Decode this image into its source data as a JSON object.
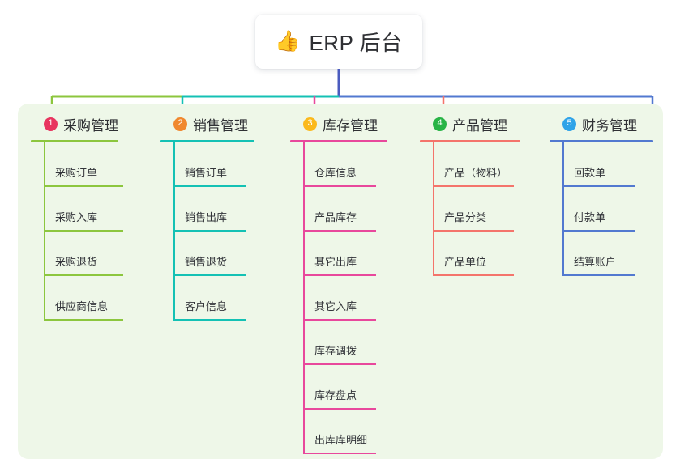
{
  "root": {
    "emoji": "👍",
    "emoji_name": "thumbs-up-icon",
    "title": "ERP 后台"
  },
  "theme": {
    "page_background": "#ffffff",
    "panel_background": "#eef7e8",
    "card_background": "#ffffff",
    "text_color": "#2f3034",
    "root_stem_color": "#4a5bbf"
  },
  "columns": [
    {
      "number": "1",
      "title": "采购管理",
      "badge_color": "#e8355f",
      "line_color": "#8cc63e",
      "items": [
        "采购订单",
        "采购入库",
        "采购退货",
        "供应商信息"
      ]
    },
    {
      "number": "2",
      "title": "销售管理",
      "badge_color": "#f0882e",
      "line_color": "#14c1b4",
      "items": [
        "销售订单",
        "销售出库",
        "销售退货",
        "客户信息"
      ]
    },
    {
      "number": "3",
      "title": "库存管理",
      "badge_color": "#fbb91c",
      "line_color": "#e8489c",
      "items": [
        "仓库信息",
        "产品库存",
        "其它出库",
        "其它入库",
        "库存调拨",
        "库存盘点",
        "出库库明细"
      ]
    },
    {
      "number": "4",
      "title": "产品管理",
      "badge_color": "#28b446",
      "line_color": "#f4746b",
      "items": [
        "产品（物料）",
        "产品分类",
        "产品单位"
      ]
    },
    {
      "number": "5",
      "title": "财务管理",
      "badge_color": "#2fa3e8",
      "line_color": "#5279d0",
      "items": [
        "回款单",
        "付款单",
        "结算账户"
      ]
    }
  ],
  "connector": {
    "bar_segments": [
      {
        "name": "segment-green",
        "color": "#8cc63e"
      },
      {
        "name": "segment-teal",
        "color": "#14c1b4"
      },
      {
        "name": "segment-blue",
        "color": "#5279d0"
      }
    ]
  }
}
